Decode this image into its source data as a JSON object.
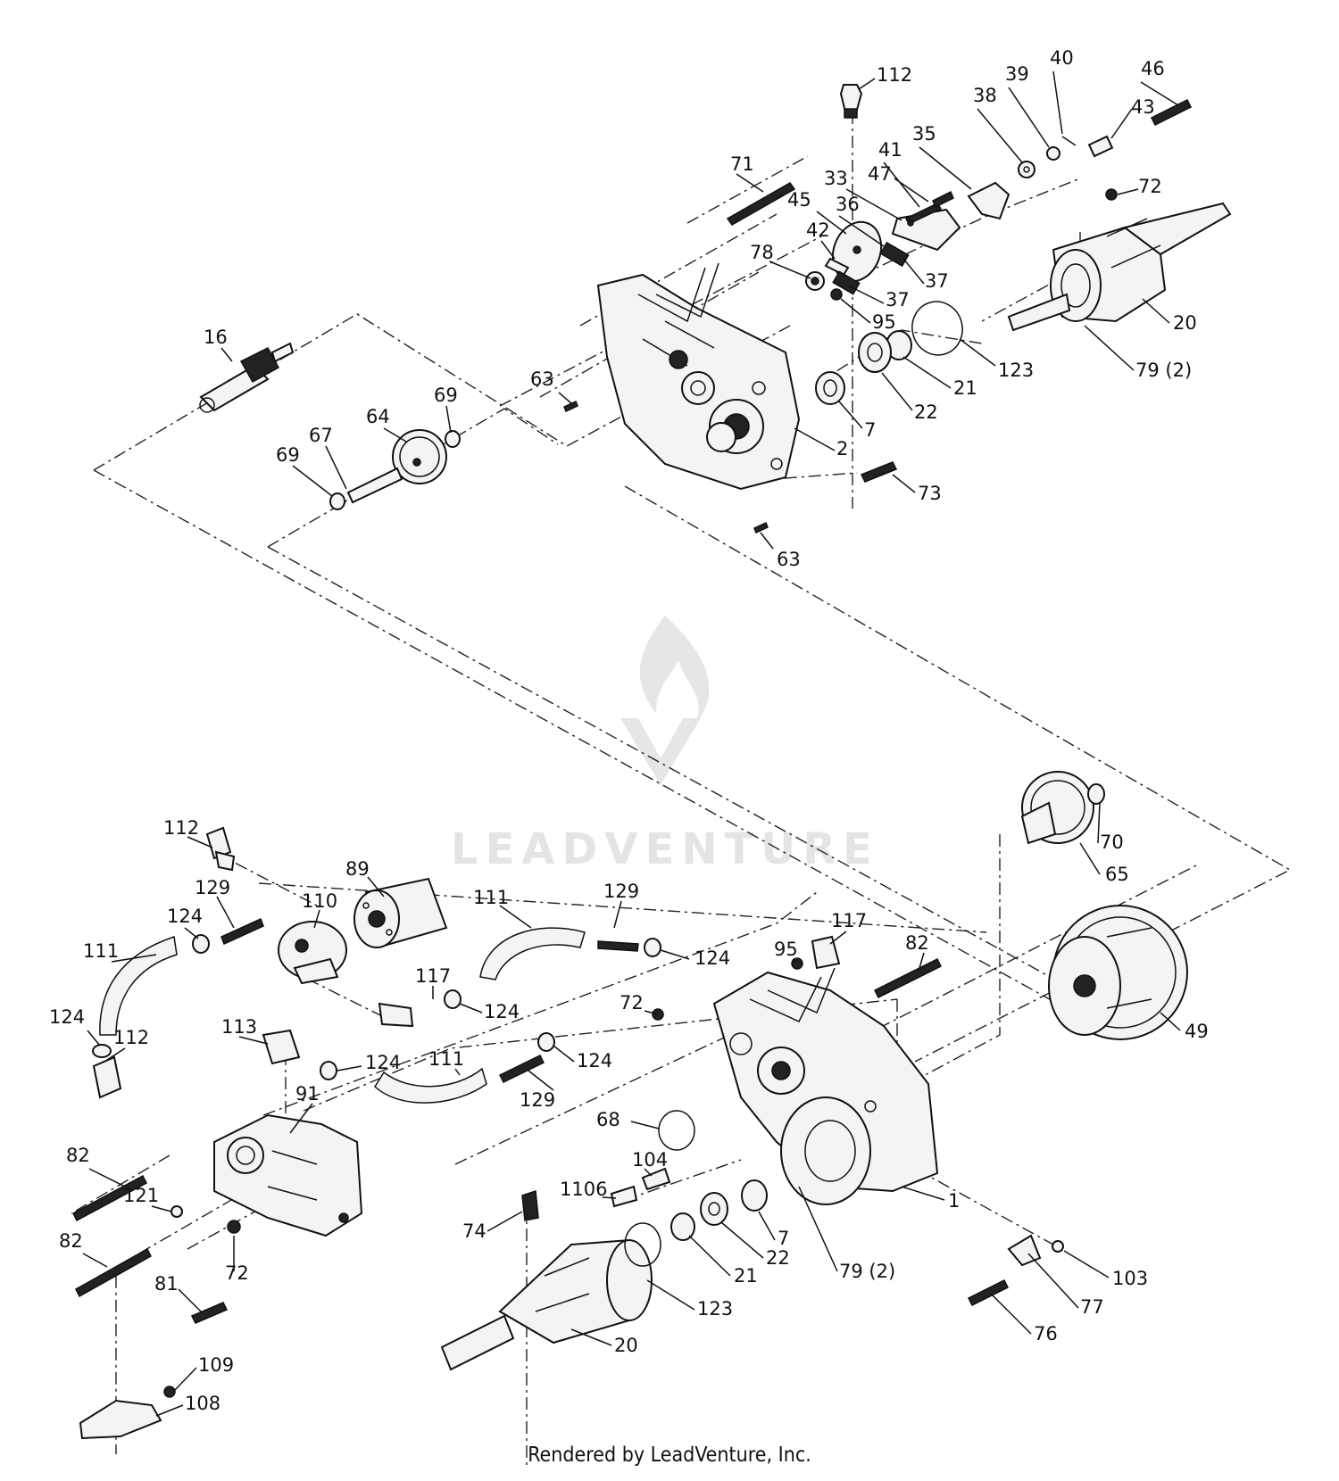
{
  "watermark": {
    "text": "LEADVENTURE"
  },
  "footer": "Rendered by LeadVenture, Inc.",
  "labels": {
    "112a": "112",
    "46": "46",
    "40": "40",
    "39": "39",
    "43": "43",
    "38": "38",
    "35": "35",
    "41": "41",
    "47": "47",
    "33": "33",
    "71": "71",
    "72a": "72",
    "45": "45",
    "36": "36",
    "42": "42",
    "78": "78",
    "37a": "37",
    "37b": "37",
    "95a": "95",
    "20a": "20",
    "79a": "79 (2)",
    "123a": "123",
    "21a": "21",
    "22a": "22",
    "7a": "7",
    "16": "16",
    "63a": "63",
    "69a": "69",
    "64": "64",
    "67": "67",
    "69b": "69",
    "2": "2",
    "73": "73",
    "63b": "63",
    "112b": "112",
    "89": "89",
    "129a": "129",
    "110": "110",
    "124a": "124",
    "111a": "111",
    "111b": "111",
    "129b": "129",
    "124b": "124",
    "117a": "117",
    "124c": "124",
    "117b": "117",
    "95b": "95",
    "82a": "82",
    "72b": "72",
    "124d": "124",
    "112c": "112",
    "113": "113",
    "124e": "124",
    "111c": "111",
    "124f": "124",
    "129c": "129",
    "91": "91",
    "65": "65",
    "70": "70",
    "49": "49",
    "68": "68",
    "82b": "82",
    "121": "121",
    "104": "104",
    "1106": "1106",
    "74": "74",
    "1": "1",
    "82c": "82",
    "72c": "72",
    "21b": "21",
    "22b": "22",
    "7b": "7",
    "79b": "79 (2)",
    "81": "81",
    "123b": "123",
    "103": "103",
    "77": "77",
    "76": "76",
    "20b": "20",
    "109": "109",
    "108": "108"
  }
}
